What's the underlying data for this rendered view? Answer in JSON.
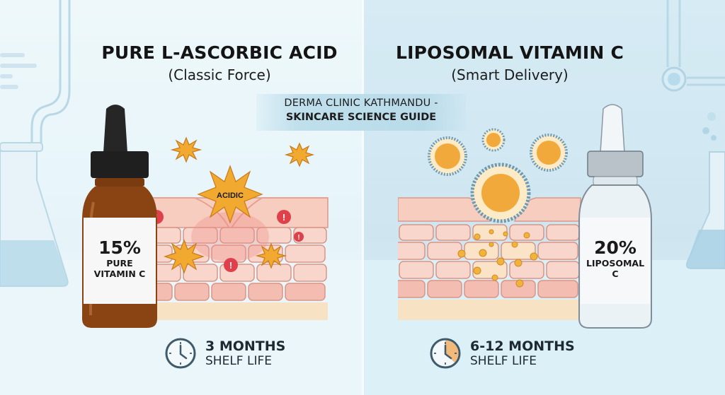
{
  "left_panel": {
    "title": "PURE L-ASCORBIC ACID",
    "subtitle": "(Classic Force)",
    "bottle": {
      "percent": "15%",
      "label_line1": "PURE",
      "label_line2": "VITAMIN C",
      "glass_color": "#8a4413",
      "cap_color": "#1f1f1f"
    },
    "illustration": {
      "badge": "ACIDIC",
      "warning_icon_count": 4,
      "particle_color": "#f0a62a",
      "warning_color": "#e0404a"
    },
    "shelf_life": {
      "value": "3 MONTHS",
      "label": "SHELF LIFE"
    }
  },
  "right_panel": {
    "title": "LIPOSOMAL VITAMIN C",
    "subtitle": "(Smart Delivery)",
    "bottle": {
      "percent": "20%",
      "label_line1": "LIPOSOMAL",
      "label_line2": "C",
      "glass_color": "#e8f2f6",
      "cap_color": "#b8c2c8"
    },
    "illustration": {
      "liposome_count": 4,
      "particle_color": "#f2a93b",
      "membrane_color": "#6d9bb4"
    },
    "shelf_life": {
      "value": "6-12 MONTHS",
      "label": "SHELF LIFE",
      "clock_highlight_color": "#f3b97a"
    }
  },
  "banner": {
    "line1": "DERMA CLINIC KATHMANDU -",
    "line2": "SKINCARE SCIENCE GUIDE"
  },
  "colors": {
    "left_bg": "#eef8fb",
    "right_bg": "#d6ebf4",
    "skin_top": "#f4c6b8",
    "skin_cells": "#f6cfc4",
    "fat_layer": "#f7e2c4",
    "text": "#141414",
    "clock_stroke": "#3f5a6b"
  }
}
